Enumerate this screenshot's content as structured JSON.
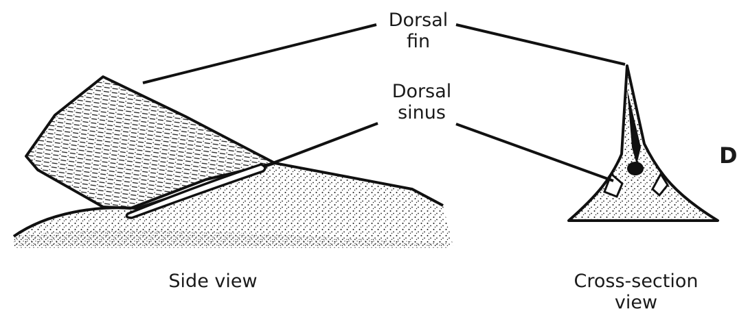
{
  "labels": {
    "dorsal_fin": [
      "Dorsal",
      "fin"
    ],
    "dorsal_sinus": [
      "Dorsal",
      "sinus"
    ],
    "side_view": "Side view",
    "cross_section": [
      "Cross-section",
      "view"
    ],
    "panel_letter": "D"
  },
  "colors": {
    "ink": "#111111",
    "background": "#ffffff"
  }
}
